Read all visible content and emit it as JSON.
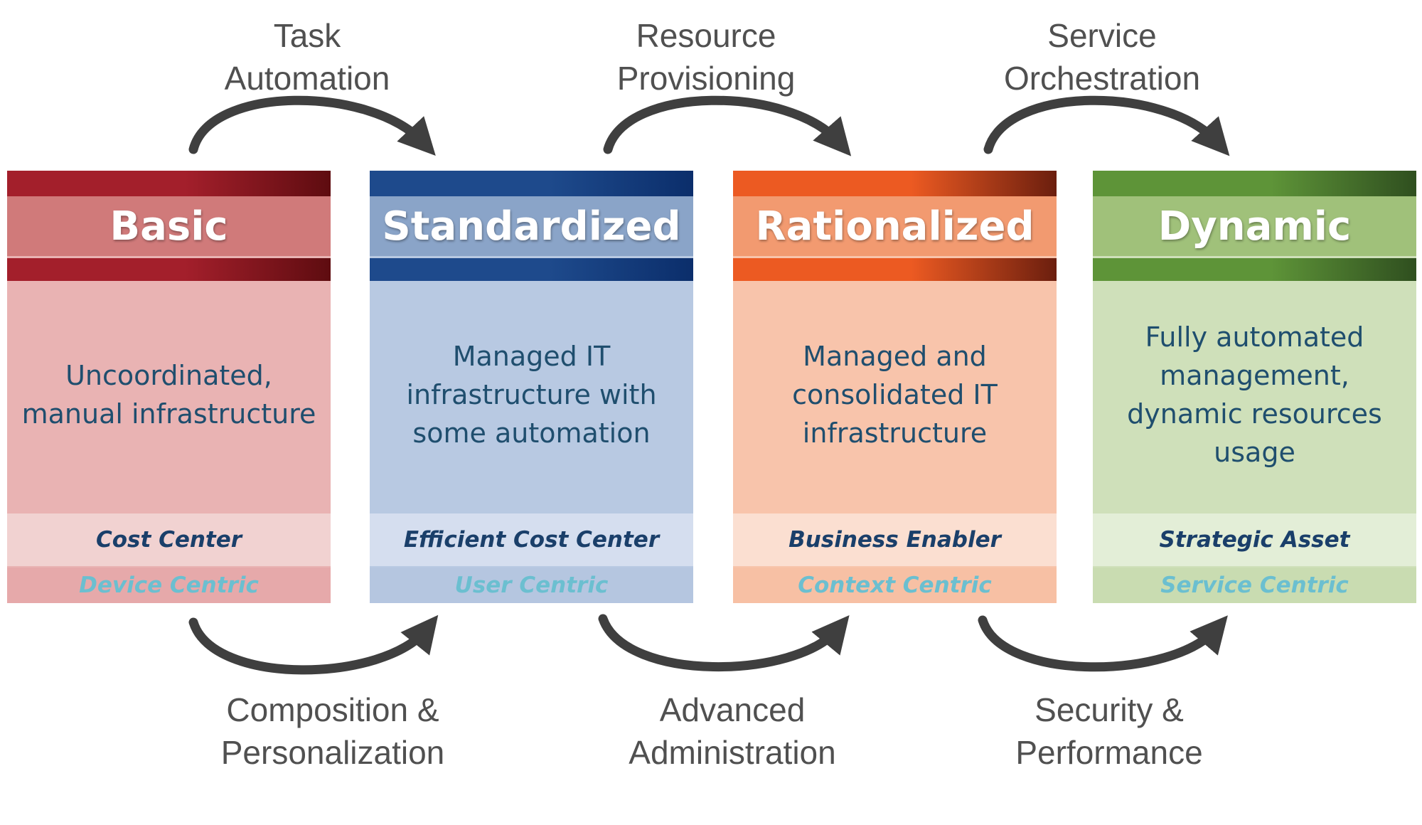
{
  "stages": [
    {
      "title": "Basic",
      "description": "Uncoordinated, manual infrastructure",
      "role": "Cost Center",
      "centric": "Device Centric",
      "colors": {
        "bar_start": "#a31f2b",
        "bar_end": "#5e0c10",
        "title_bg": "#d07a7a",
        "body_bg": "#e9b3b3",
        "role_bg": "#f1d2d1",
        "centric_bg": "#e6a9aa"
      }
    },
    {
      "title": "Standardized",
      "description": "Managed IT infrastructure with some automation",
      "role": "Efficient Cost Center",
      "centric": "User Centric",
      "colors": {
        "bar_start": "#1e4a8c",
        "bar_end": "#0b2e6b",
        "title_bg": "#8aa4c8",
        "body_bg": "#b8c9e2",
        "role_bg": "#d5deef",
        "centric_bg": "#b5c6e0"
      }
    },
    {
      "title": "Rationalized",
      "description": "Managed and consolidated IT infrastructure",
      "role": "Business Enabler",
      "centric": "Context Centric",
      "colors": {
        "bar_start": "#ec5a22",
        "bar_end": "#6b1e0e",
        "title_bg": "#f29a70",
        "body_bg": "#f8c4ab",
        "role_bg": "#fbdfd1",
        "centric_bg": "#f7c0a4"
      }
    },
    {
      "title": "Dynamic",
      "description": "Fully automated management, dynamic resources usage",
      "role": "Strategic Asset",
      "centric": "Service Centric",
      "colors": {
        "bar_start": "#5e9438",
        "bar_end": "#2f4f1f",
        "title_bg": "#a0c17a",
        "body_bg": "#cfe0ba",
        "role_bg": "#e3eed7",
        "centric_bg": "#c9dcb1"
      }
    }
  ],
  "top_transitions": [
    {
      "lines": [
        "Task",
        "Automation"
      ]
    },
    {
      "lines": [
        "Resource",
        "Provisioning"
      ]
    },
    {
      "lines": [
        "Service",
        "Orchestration"
      ]
    }
  ],
  "bottom_transitions": [
    {
      "lines": [
        "Composition &",
        "Personalization"
      ]
    },
    {
      "lines": [
        "Advanced",
        "Administration"
      ]
    },
    {
      "lines": [
        "Security &",
        "Performance"
      ]
    }
  ],
  "colors": {
    "arrow": "#3f3f3f",
    "label_text": "#505050",
    "description_text": "#1f4e6e",
    "role_text": "#1a3f6a",
    "centric_text": "#6bbfd0"
  }
}
